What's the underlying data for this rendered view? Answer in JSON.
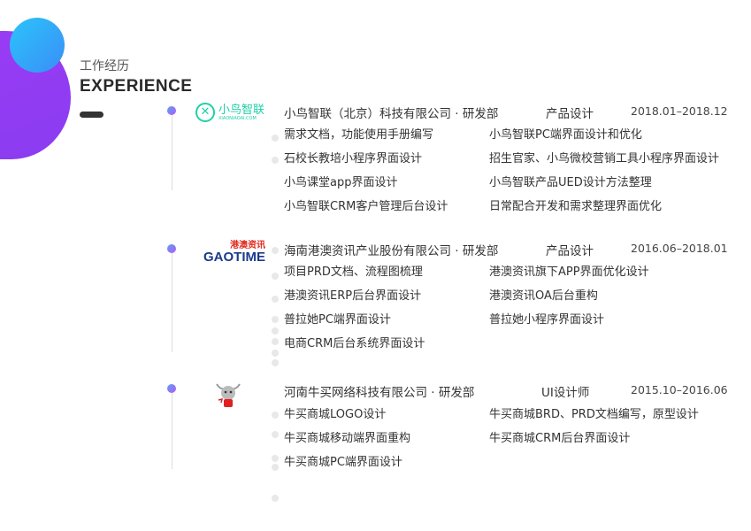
{
  "header": {
    "subtitle": "工作经历",
    "title": "EXPERIENCE"
  },
  "jobs": [
    {
      "logo_cn": "小鸟智联",
      "logo_url": "XIAONIAOAI.COM",
      "company": "小鸟智联（北京）科技有限公司 · 研发部",
      "role": "产品设计",
      "date": "2018.01–2018.12",
      "items": [
        "需求文档，功能使用手册编写",
        "小鸟智联PC端界面设计和优化",
        "石校长教培小程序界面设计",
        "招生官家、小鸟微校营销工具小程序界面设计",
        "小鸟课堂app界面设计",
        "小鸟智联产品UED设计方法整理",
        "小鸟智联CRM客户管理后台设计",
        "日常配合开发和需求整理界面优化"
      ]
    },
    {
      "logo_cn": "港澳资讯",
      "logo_en": "GAOTIME",
      "company": "海南港澳资讯产业股份有限公司 · 研发部",
      "role": "产品设计",
      "date": "2016.06–2018.01",
      "items": [
        "项目PRD文档、流程图梳理",
        "港澳资讯旗下APP界面优化设计",
        "港澳资讯ERP后台界面设计",
        "港澳资讯OA后台重构",
        "普拉她PC端界面设计",
        "普拉她小程序界面设计",
        "电商CRM后台系统界面设计"
      ]
    },
    {
      "company": "河南牛买网络科技有限公司 · 研发部",
      "role": "UI设计师",
      "date": "2015.10–2016.06",
      "items": [
        "牛买商城LOGO设计",
        "牛买商城BRD、PRD文档编写，原型设计",
        "牛买商城移动端界面重构",
        "牛买商城CRM后台界面设计",
        "牛买商城PC端界面设计"
      ]
    }
  ]
}
